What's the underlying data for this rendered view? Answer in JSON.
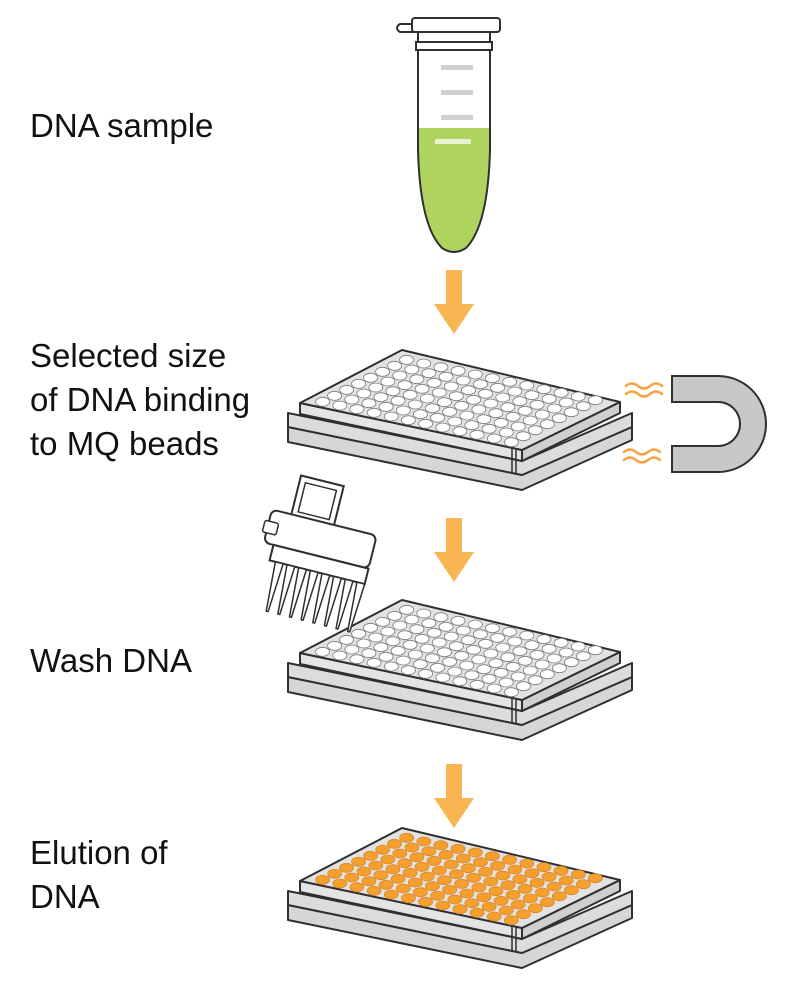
{
  "steps": [
    {
      "label_lines": [
        "DNA sample"
      ]
    },
    {
      "label_lines": [
        "Selected size",
        "of DNA binding",
        "to MQ beads"
      ]
    },
    {
      "label_lines": [
        "Wash DNA"
      ]
    },
    {
      "label_lines": [
        "Elution of",
        "DNA"
      ]
    }
  ],
  "colors": {
    "arrow": "#f9b552",
    "liquid": "#aed35f",
    "elution_wells": "#f5a02e",
    "plate_body": "#e2e2e2",
    "outline": "#2f2f2f",
    "magnet": "#c8c8c8",
    "magnetic_field": "#f7a440"
  },
  "icons": [
    "sample-tube-icon",
    "magnet-icon",
    "multichannel-pipette-icon",
    "well-plate-icon",
    "down-arrow-icon"
  ]
}
